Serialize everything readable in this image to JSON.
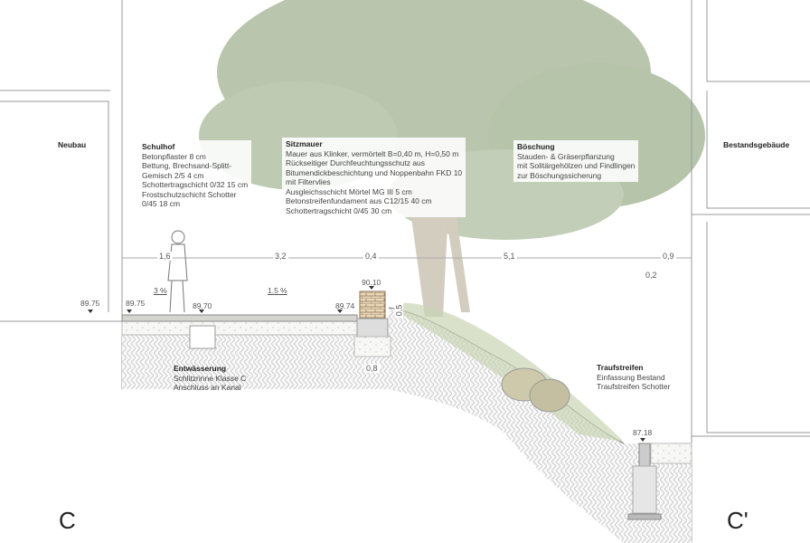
{
  "buildings": {
    "left": "Neubau",
    "right": "Bestandsgebäude"
  },
  "section_marks": {
    "start": "C",
    "end": "C'"
  },
  "labels": {
    "schulhof": {
      "title": "Schulhof",
      "lines": [
        "Betonpflaster 8 cm",
        "Bettung, Brechsand-Splitt-",
        "Gemisch 2/5 4 cm",
        "Schottertragschicht 0/32 15 cm",
        "Frostschutzschicht Schotter",
        "0/45 18 cm"
      ]
    },
    "sitzmauer": {
      "title": "Sitzmauer",
      "lines": [
        "Mauer aus Klinker, vermörtelt B=0,40 m, H=0,50 m",
        "Rückseitiger Durchfeuchtungsschutz aus",
        "Bitumendickbeschichtung und Noppenbahn FKD 10",
        "mit Filtervlies",
        "Ausgleichsschicht Mörtel MG III 5 cm",
        "Betonstreifenfundament aus C12/15 40 cm",
        "Schottertragschicht 0/45 30 cm"
      ]
    },
    "boeschung": {
      "title": "Böschung",
      "lines": [
        "Stauden- & Gräserpflanzung",
        "mit Solitärgehölzen und Findlingen",
        "zur Böschungssicherung"
      ]
    },
    "entwaesserung": {
      "title": "Entwässerung",
      "lines": [
        "Schlitzrinne Klasse C",
        "Anschluss an Kanal"
      ]
    },
    "traufstreifen": {
      "title": "Traufstreifen",
      "lines": [
        "Einfassung Bestand",
        "Traufstreifen Schotter"
      ]
    }
  },
  "dimensions": [
    "1,6",
    "3,2",
    "0,4",
    "5,1",
    "0,9",
    "0,2",
    "0,5",
    "0,8"
  ],
  "slopes": [
    "3 %",
    "1.5 %"
  ],
  "levels": [
    "89.75",
    "89.75",
    "89.70",
    "89.74",
    "90.10",
    "87.18"
  ],
  "colors": {
    "tree": "#7f9a6a",
    "line": "#9a9a9a",
    "hatch": "#cfcfcf"
  }
}
